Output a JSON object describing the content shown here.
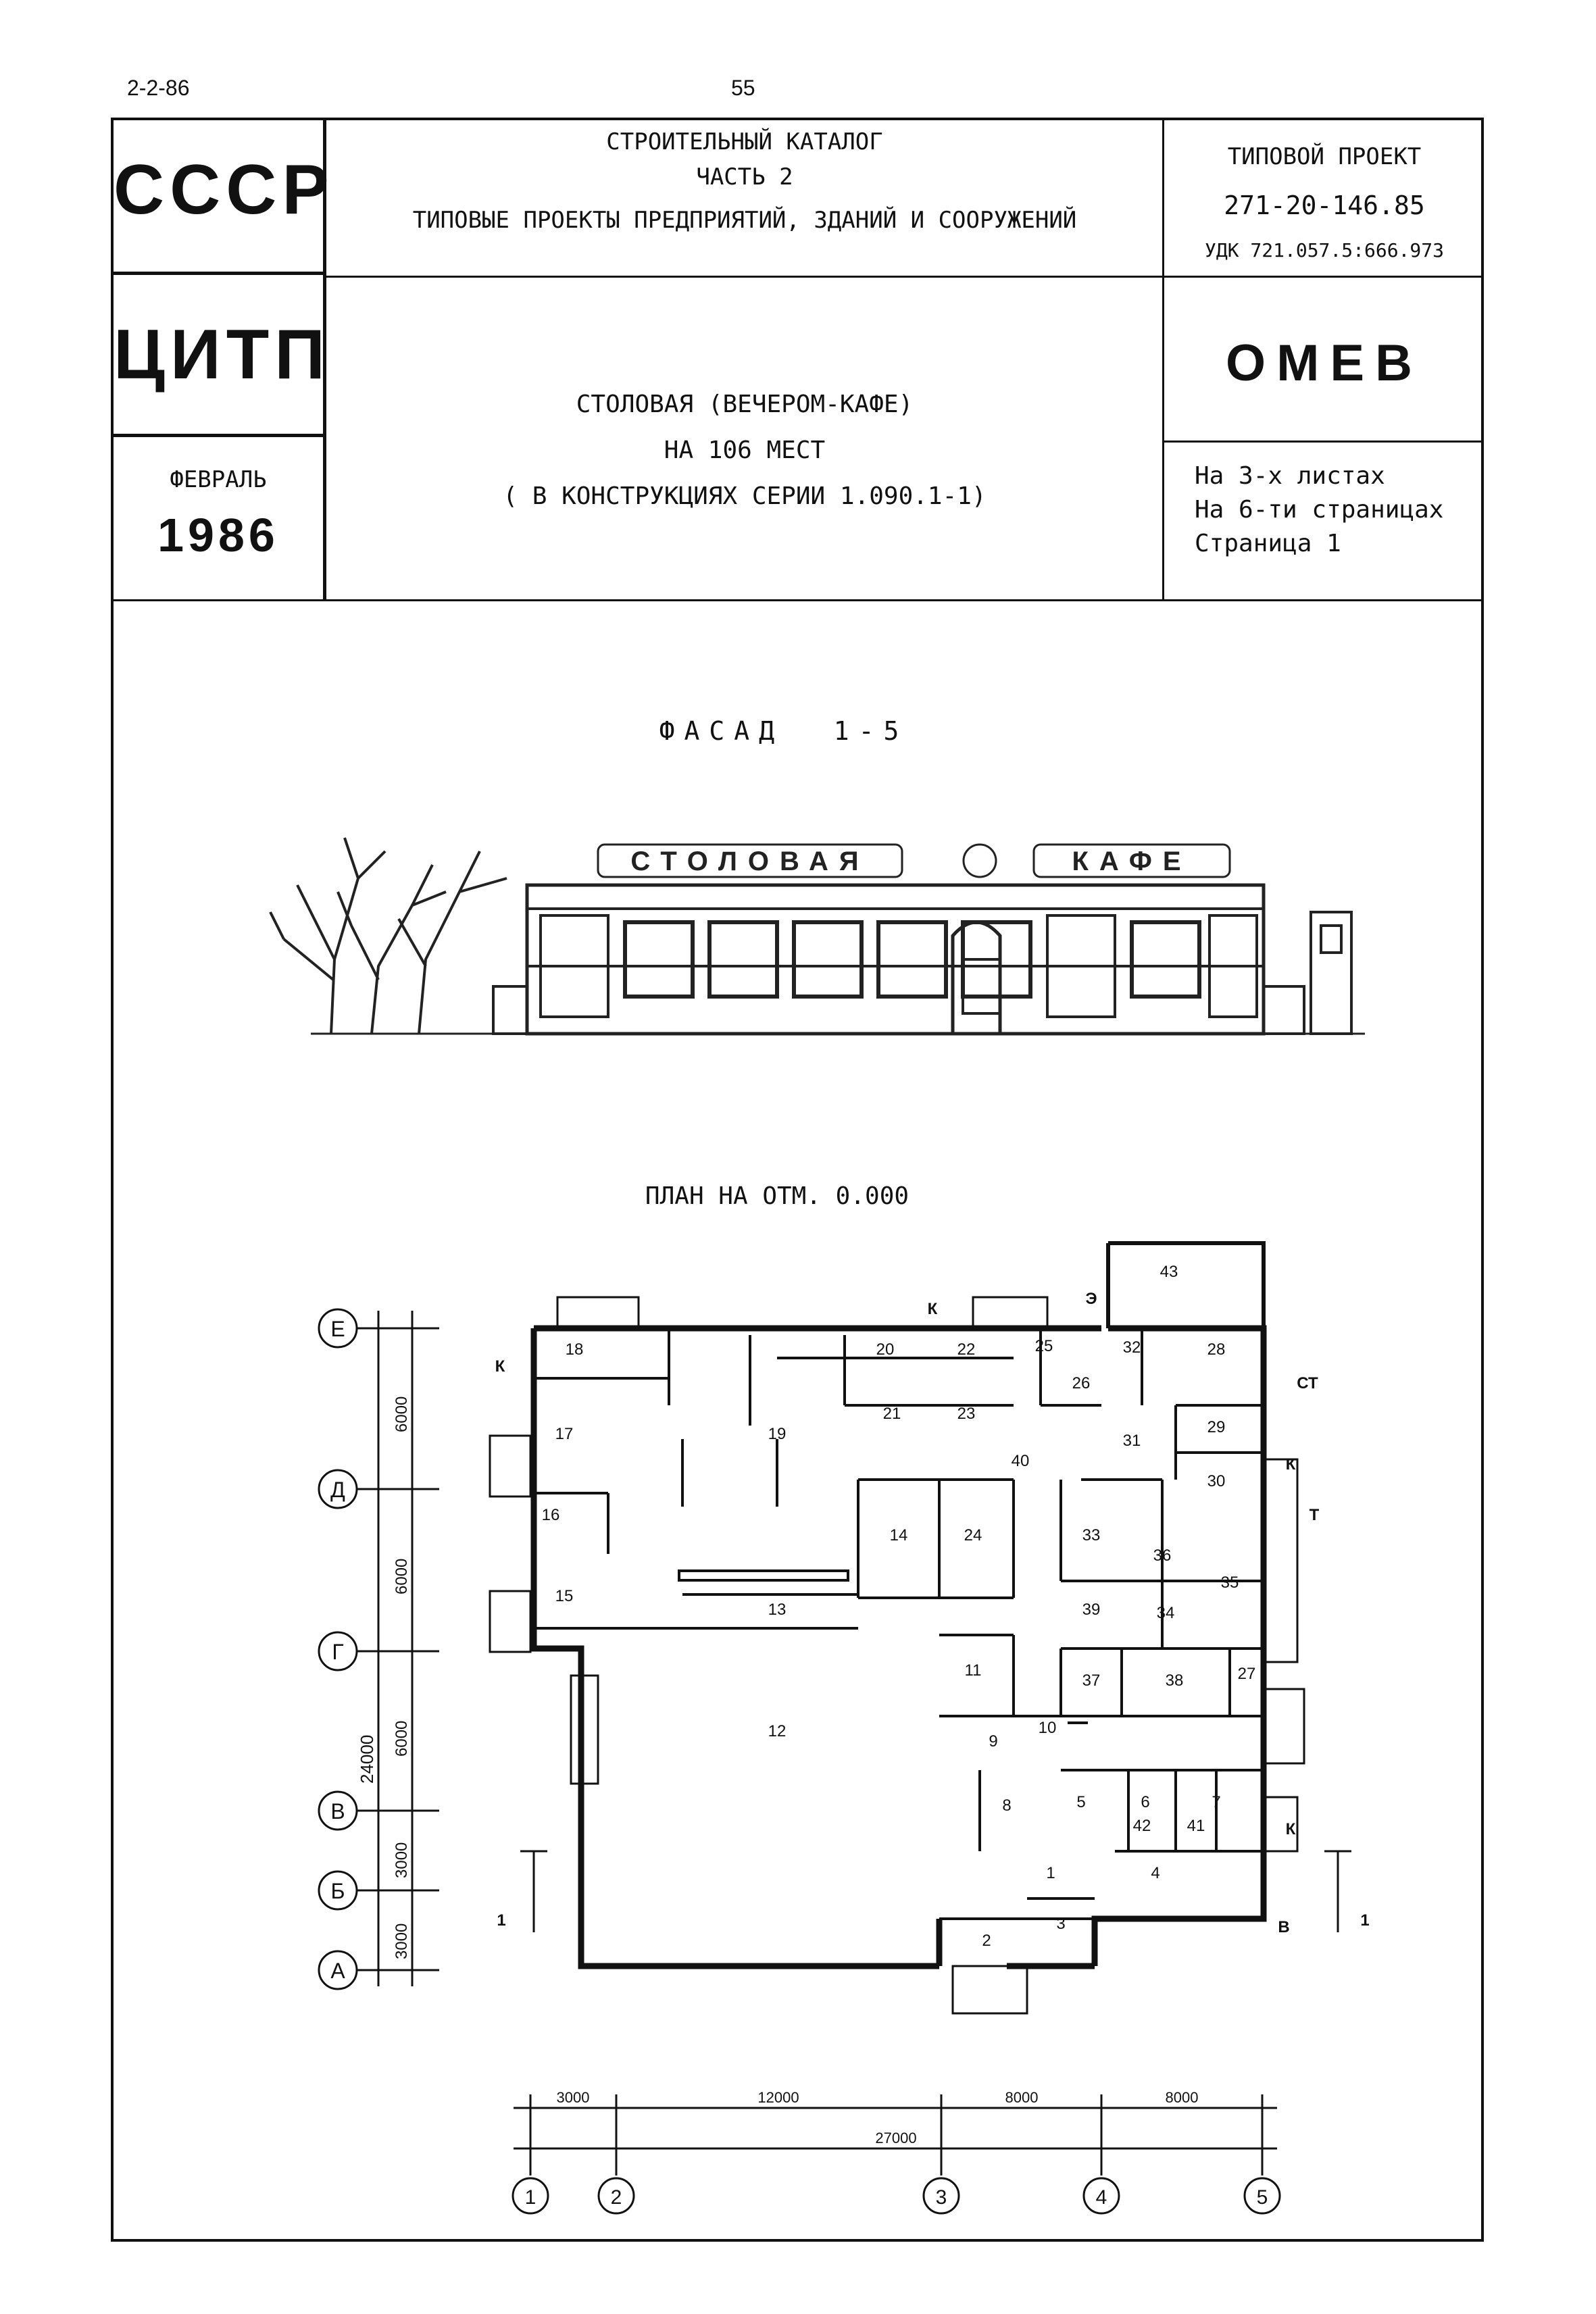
{
  "top_left_code": "2-2-86",
  "page_number": "55",
  "header": {
    "org1": "СССР",
    "org2": "ЦИТП",
    "month": "ФЕВРАЛЬ",
    "year": "1986",
    "catalog_title": "СТРОИТЕЛЬНЫЙ КАТАЛОГ",
    "catalog_part": "ЧАСТЬ 2",
    "catalog_subtitle": "ТИПОВЫЕ ПРОЕКТЫ ПРЕДПРИЯТИЙ, ЗДАНИЙ И СООРУЖЕНИЙ",
    "type_label": "ТИПОВОЙ ПРОЕКТ",
    "project_number": "271-20-146.85",
    "udk": "УДК 721.057.5:666.973",
    "project_title_line1": "СТОЛОВАЯ (ВЕЧЕРОМ-КАФЕ)",
    "project_title_line2": "НА 106 МЕСТ",
    "project_title_line3": "( В КОНСТРУКЦИЯХ СЕРИИ 1.090.1-1)",
    "code": "ОМЕВ",
    "sheets": "На 3-х листах",
    "pages": "На 6-ти страницах",
    "page": "Страница 1"
  },
  "facade": {
    "title": "ФАСАД  1-5",
    "sign_left": "СТОЛОВАЯ",
    "sign_right": "КАФЕ"
  },
  "plan": {
    "title": "ПЛАН НА ОТМ. 0.000",
    "axes_rows": [
      "Е",
      "Д",
      "Г",
      "В",
      "Б",
      "А"
    ],
    "axes_cols": [
      "1",
      "2",
      "3",
      "4",
      "5"
    ],
    "row_dims": [
      "6000",
      "6000",
      "6000",
      "3000",
      "3000"
    ],
    "row_total": "24000",
    "col_dims": [
      "3000",
      "12000",
      "8000",
      "8000"
    ],
    "col_total": "27000",
    "rooms": [
      "1",
      "2",
      "3",
      "4",
      "5",
      "6",
      "7",
      "8",
      "9",
      "10",
      "11",
      "12",
      "13",
      "14",
      "15",
      "16",
      "17",
      "18",
      "19",
      "20",
      "21",
      "22",
      "23",
      "24",
      "25",
      "26",
      "27",
      "28",
      "29",
      "30",
      "31",
      "32",
      "33",
      "34",
      "35",
      "36",
      "37",
      "38",
      "39",
      "40",
      "41",
      "42",
      "43"
    ],
    "markers": [
      "К",
      "К",
      "К",
      "Э",
      "СТ",
      "Т",
      "К",
      "В",
      "1",
      "1"
    ]
  }
}
